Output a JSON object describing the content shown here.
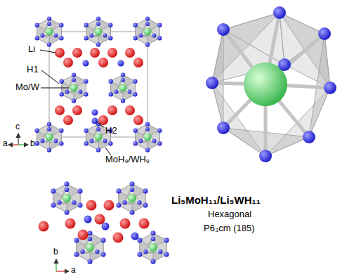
{
  "diagram": {
    "labels": [
      "Li",
      "H1",
      "Mo/W",
      "H2",
      "MoH₉/WH₉",
      "c",
      "a",
      "b",
      "b",
      "a",
      "Li₅MoH₁₁/Li₅WH₁₁",
      "Hexagonal",
      "P6₃cm (185)"
    ]
  }
}
